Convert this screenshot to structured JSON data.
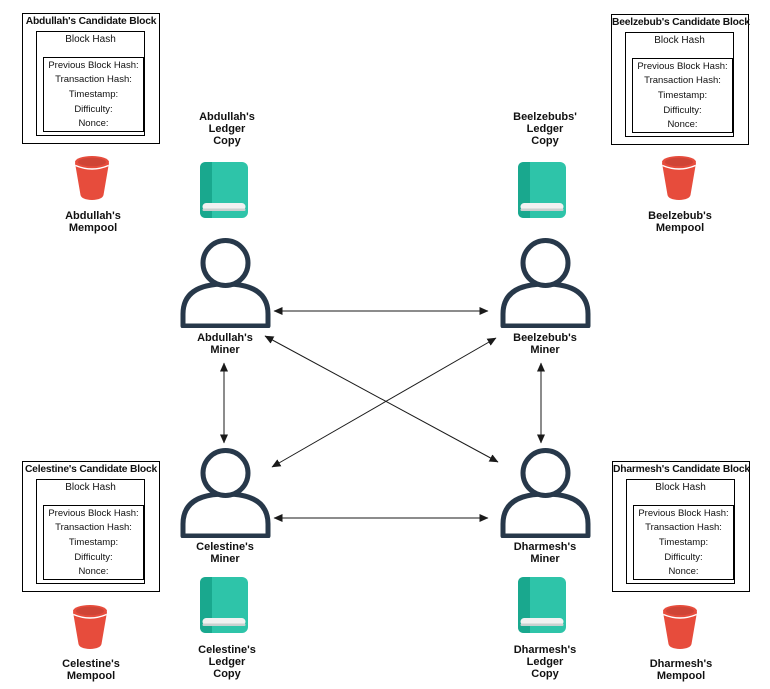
{
  "block_contents": {
    "hash_label": "Block Hash",
    "fields": [
      "Previous Block Hash:",
      "Transaction Hash:",
      "Timestamp:",
      "Difficulty:",
      "Nonce:"
    ]
  },
  "participants": {
    "abdullah": {
      "candidate_block_title": "Abdullah's Candidate Block",
      "mempool_line1": "Abdullah's",
      "mempool_line2": "Mempool",
      "ledger_line1": "Abdullah's",
      "ledger_line2": "Ledger",
      "ledger_line3": "Copy",
      "miner_line1": "Abdullah's",
      "miner_line2": "Miner"
    },
    "beelzebub": {
      "candidate_block_title": "Beelzebub's Candidate Block",
      "mempool_line1": "Beelzebub's",
      "mempool_line2": "Mempool",
      "ledger_line1": "Beelzebubs'",
      "ledger_line2": "Ledger",
      "ledger_line3": "Copy",
      "miner_line1": "Beelzebub's",
      "miner_line2": "Miner"
    },
    "celestine": {
      "candidate_block_title": "Celestine's Candidate Block",
      "mempool_line1": "Celestine's",
      "mempool_line2": "Mempool",
      "ledger_line1": "Celestine's",
      "ledger_line2": "Ledger",
      "ledger_line3": "Copy",
      "miner_line1": "Celestine's",
      "miner_line2": "Miner"
    },
    "dharmesh": {
      "candidate_block_title": "Dharmesh's Candidate Block",
      "mempool_line1": "Dharmesh's",
      "mempool_line2": "Mempool",
      "ledger_line1": "Dharmesh's",
      "ledger_line2": "Ledger",
      "ledger_line3": "Copy",
      "miner_line1": "Dharmesh's",
      "miner_line2": "Miner"
    }
  },
  "network_edges": [
    {
      "from": "abdullah-miner",
      "to": "beelzebub-miner",
      "bidirectional": true
    },
    {
      "from": "celestine-miner",
      "to": "dharmesh-miner",
      "bidirectional": true
    },
    {
      "from": "abdullah-miner",
      "to": "celestine-miner",
      "bidirectional": true
    },
    {
      "from": "beelzebub-miner",
      "to": "dharmesh-miner",
      "bidirectional": true
    },
    {
      "from": "abdullah-miner",
      "to": "dharmesh-miner",
      "bidirectional": true
    },
    {
      "from": "beelzebub-miner",
      "to": "celestine-miner",
      "bidirectional": true
    }
  ],
  "colors": {
    "ledger_book_teal": "#2ec4a9",
    "ledger_book_spine": "#19a88e",
    "ledger_book_pages": "#f1f1f1",
    "mempool_bucket_red": "#e74c3c",
    "mempool_bucket_inner": "#cf4436",
    "miner_outline": "#27384a",
    "arrow_line": "#1a1a1a"
  }
}
